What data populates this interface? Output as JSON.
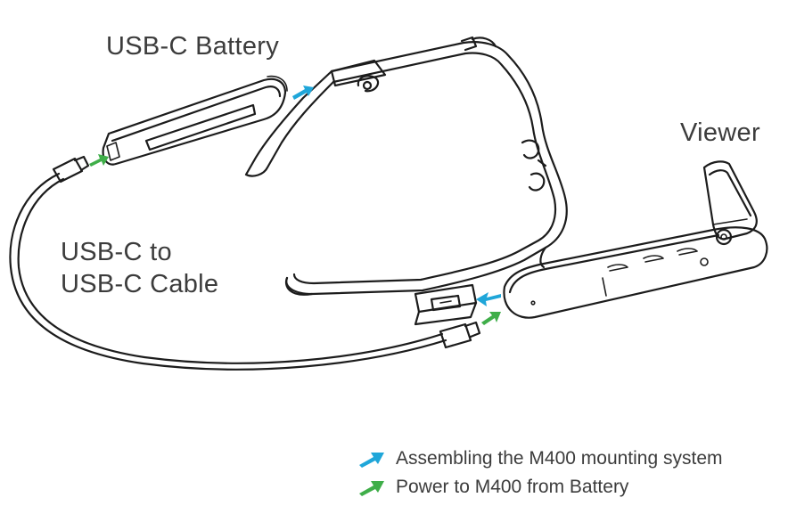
{
  "labels": {
    "battery": "USB-C Battery",
    "viewer": "Viewer",
    "cable_line1": "USB-C to",
    "cable_line2": "USB-C Cable"
  },
  "legend": [
    {
      "text": "Assembling the M400 mounting system",
      "color": "#1fa6d9",
      "icon": "blue-arrow-icon"
    },
    {
      "text": "Power to M400 from Battery",
      "color": "#3fae49",
      "icon": "green-arrow-icon"
    }
  ],
  "colors": {
    "line": "#1c1c1c",
    "assemble_arrow": "#1fa6d9",
    "power_arrow": "#3fae49"
  }
}
